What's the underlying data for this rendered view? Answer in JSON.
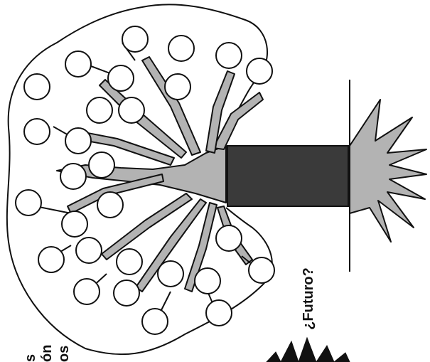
{
  "labels": {
    "future": "¿Futuro?",
    "cut_line_1": "s",
    "cut_line_2": "ón",
    "cut_line_3": "os"
  },
  "colors": {
    "ink": "#111111",
    "branch_fill": "#b3b3b3",
    "trunk_fill": "#3a3a3a",
    "circle_fill": "#ffffff",
    "background": "#ffffff"
  }
}
